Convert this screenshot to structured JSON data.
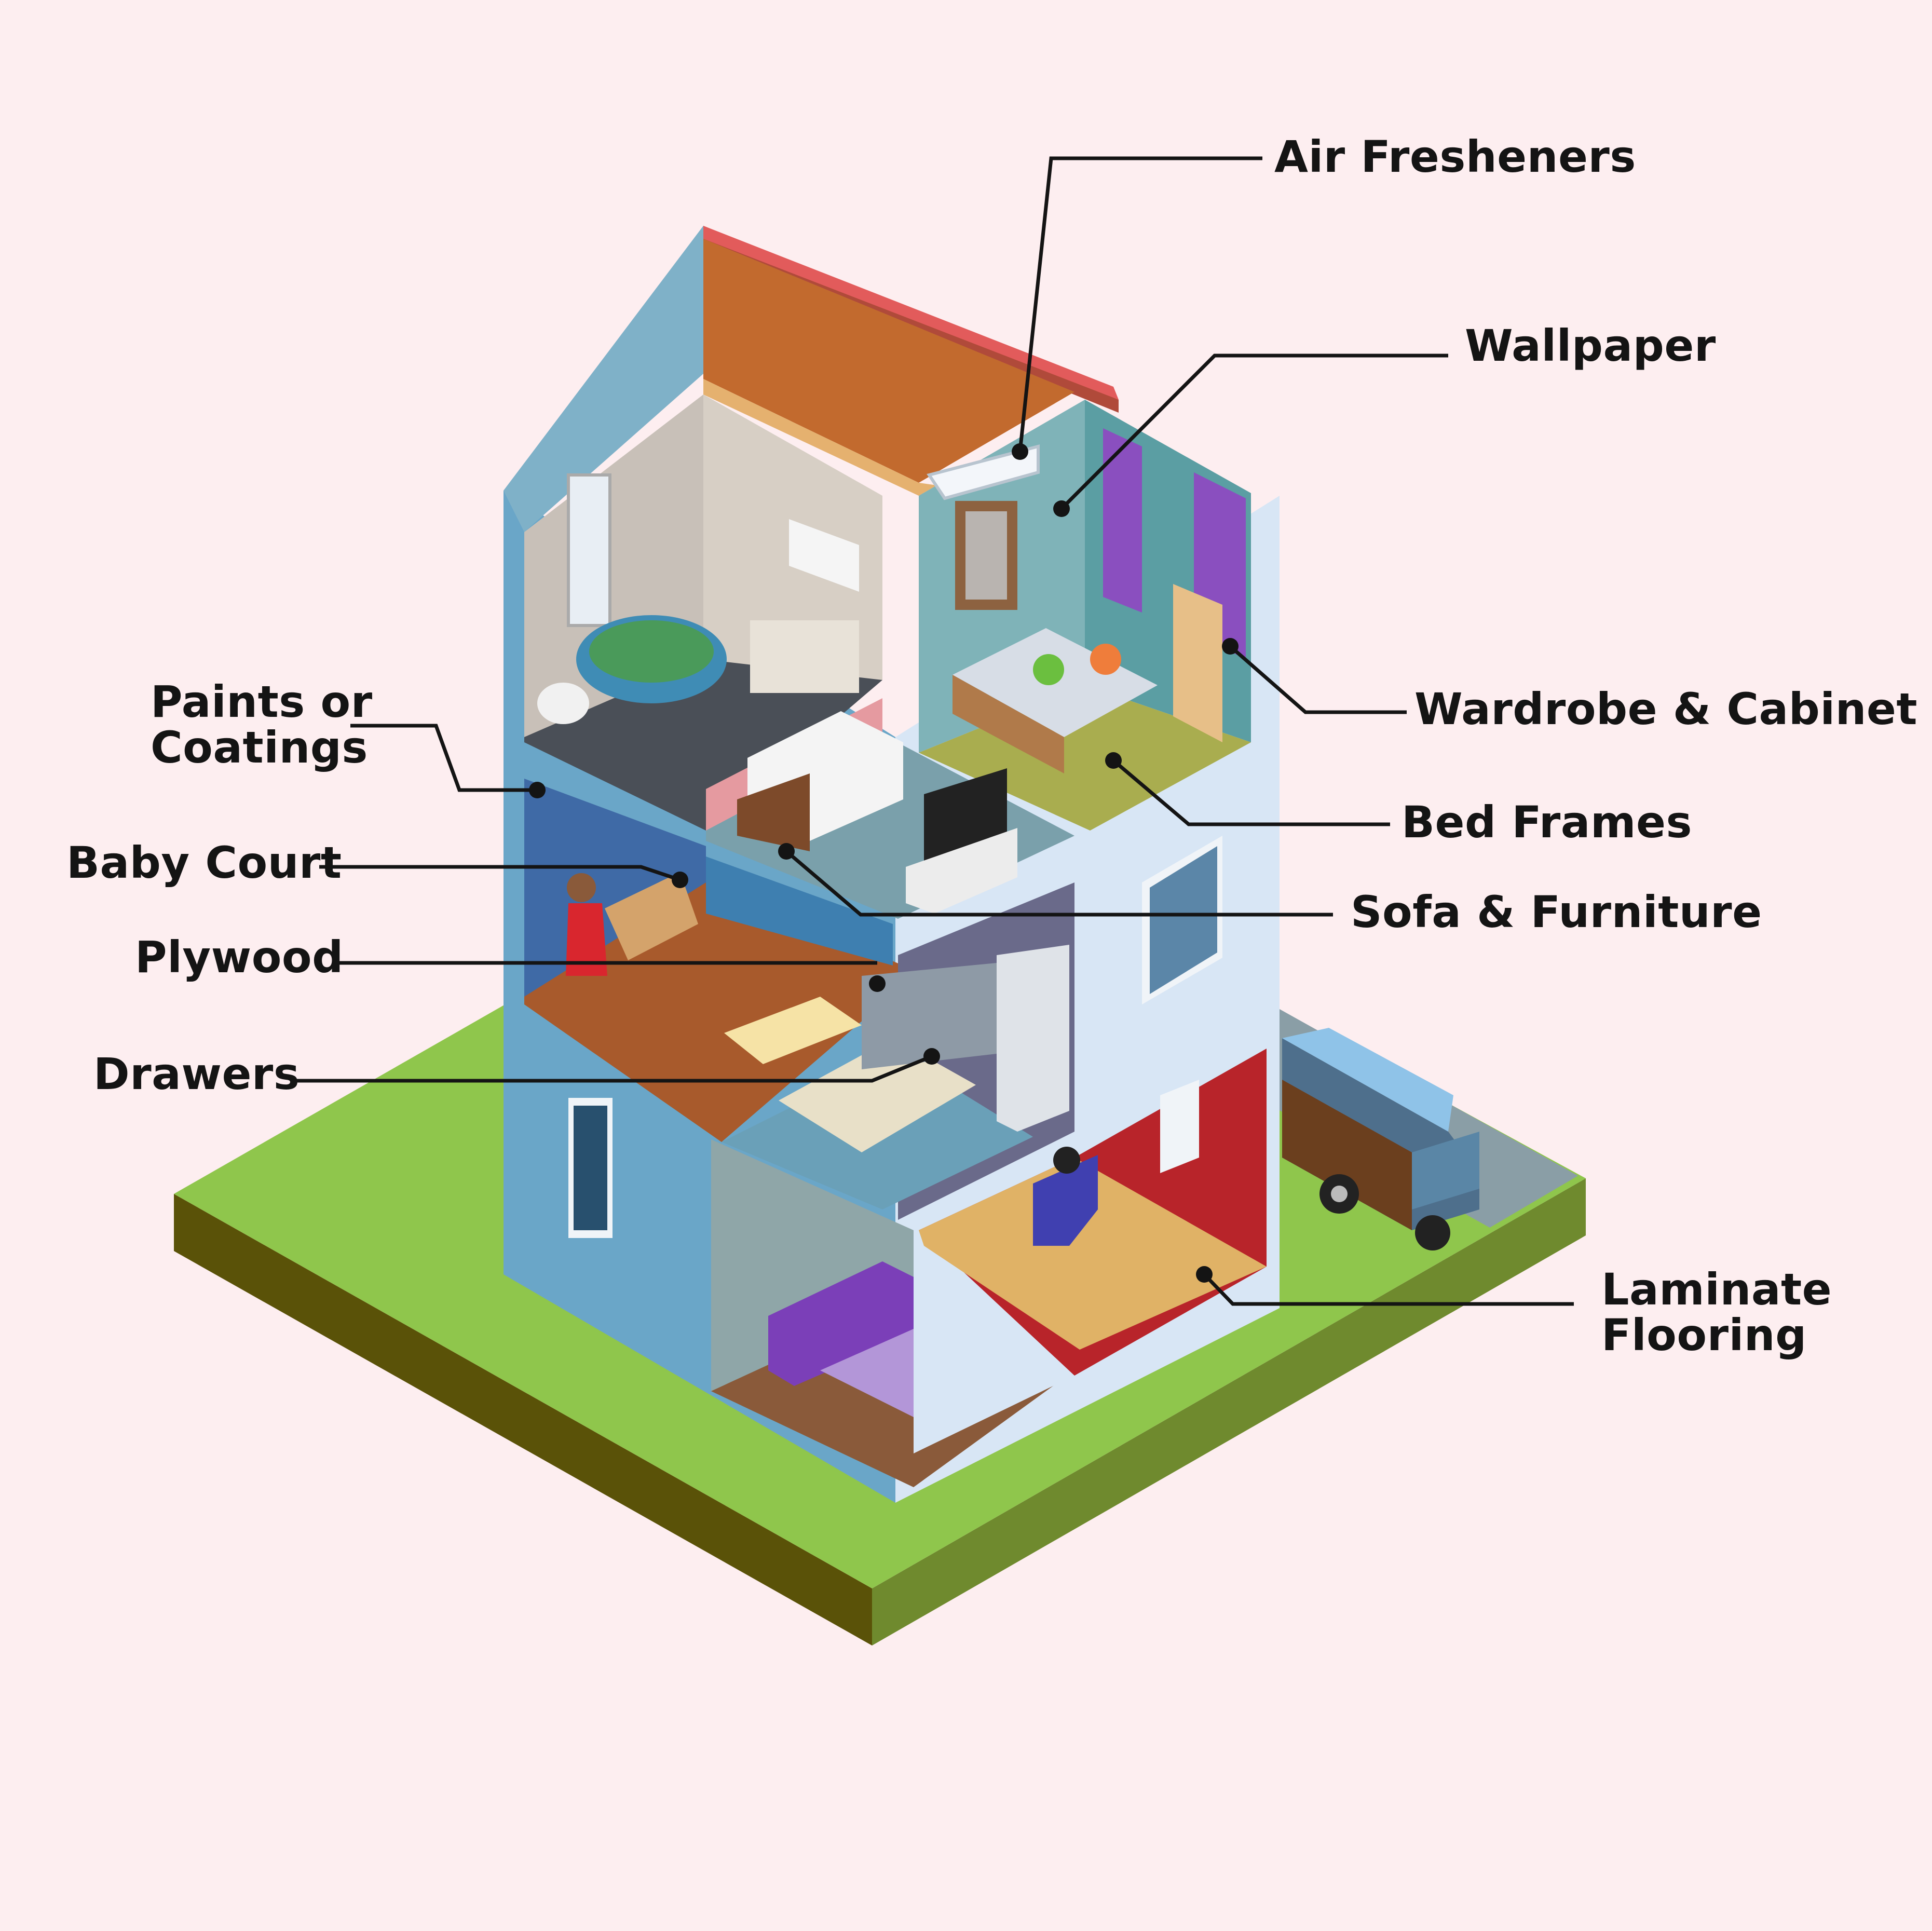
{
  "labels": {
    "air_fresheners": "Air Fresheners",
    "wallpaper": "Wallpaper",
    "wardrobe_cabinet": "Wardrobe & Cabinet",
    "bed_frames": "Bed Frames",
    "sofa_furniture": "Sofa & Furniture",
    "laminate_flooring_1": "Laminate",
    "laminate_flooring_2": "Flooring",
    "paints_coatings_1": "Paints or",
    "paints_coatings_2": "Coatings",
    "baby_court": "Baby Court",
    "plywood": "Plywood",
    "drawers": "Drawers"
  },
  "colors": {
    "background": "#fdeef0",
    "grass": "#8cc34a",
    "roof": "#e25b5b",
    "wall_blue": "#6aa6c8",
    "leader_line": "#141414"
  }
}
